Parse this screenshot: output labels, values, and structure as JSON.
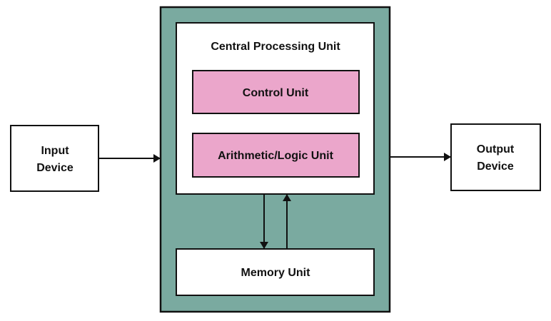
{
  "diagram": {
    "input_device": {
      "label_line1": "Input",
      "label_line2": "Device"
    },
    "output_device": {
      "label_line1": "Output",
      "label_line2": "Device"
    },
    "cpu": {
      "title": "Central Processing Unit",
      "control_unit": "Control Unit",
      "alu": "Arithmetic/Logic Unit"
    },
    "memory_unit": "Memory Unit"
  },
  "colors": {
    "outer_box": "#7aaaa0",
    "unit_box": "#eba6cb",
    "stroke": "#111111",
    "background": "#ffffff"
  }
}
